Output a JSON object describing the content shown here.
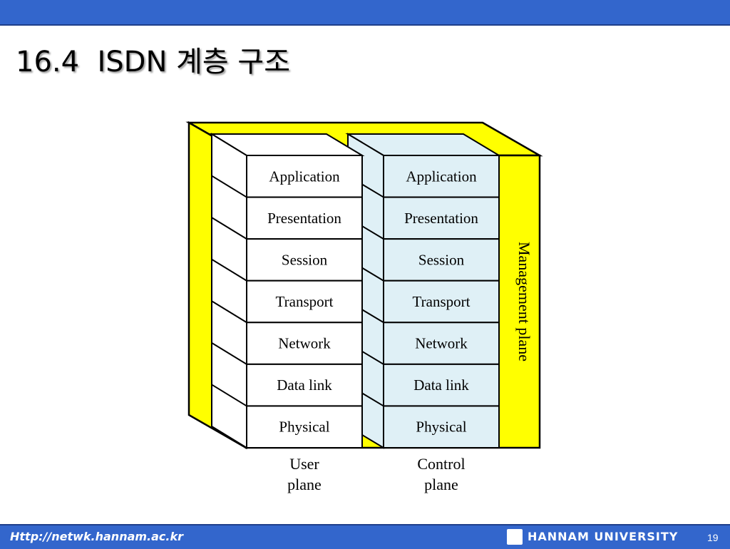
{
  "header": {
    "title": "16.4  ISDN 계층 구조"
  },
  "diagram": {
    "user_plane": {
      "layers": [
        "Application",
        "Presentation",
        "Session",
        "Transport",
        "Network",
        "Data link",
        "Physical"
      ],
      "label_line1": "User",
      "label_line2": "plane"
    },
    "control_plane": {
      "layers": [
        "Application",
        "Presentation",
        "Session",
        "Transport",
        "Network",
        "Data link",
        "Physical"
      ],
      "label_line1": "Control",
      "label_line2": "plane"
    },
    "management_plane": {
      "label": "Management plane"
    },
    "colors": {
      "management": "#ffff00",
      "user": "#ffffff",
      "control": "#dff0f6",
      "stroke": "#000000"
    }
  },
  "footer": {
    "url": "Http://netwk.hannam.ac.kr",
    "university": "HANNAM  UNIVERSITY",
    "page": "19"
  }
}
